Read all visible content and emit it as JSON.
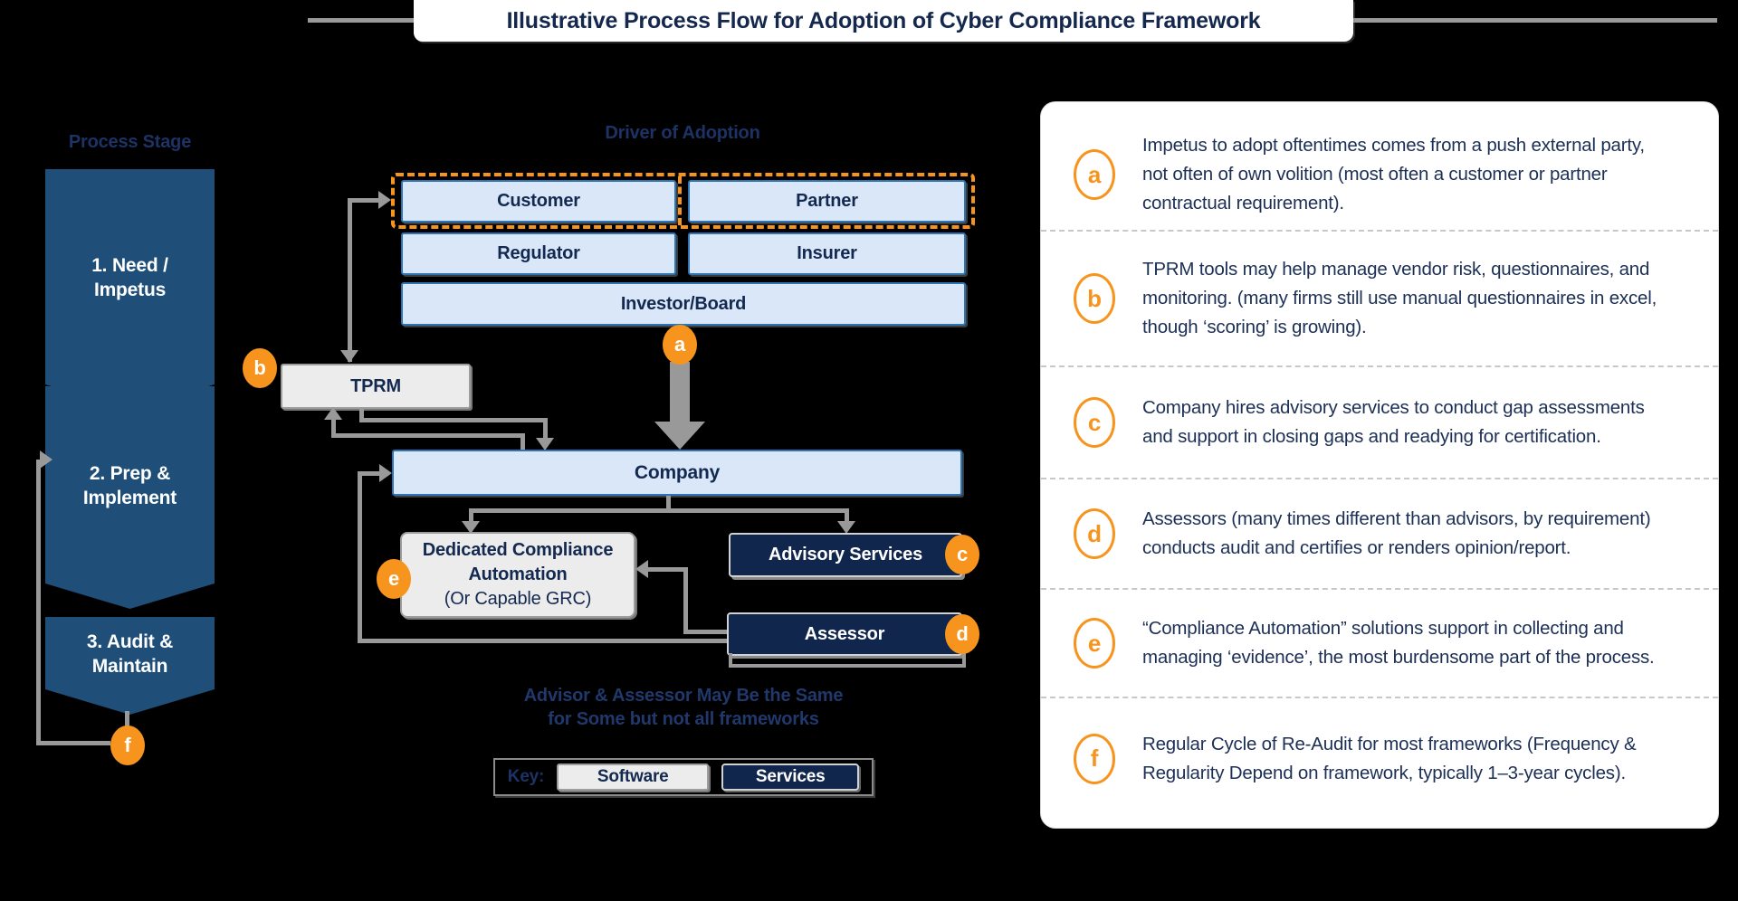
{
  "title": "Illustrative Process Flow for Adoption of Cyber Compliance Framework",
  "process": {
    "heading": "Process Stage",
    "stages": [
      {
        "line1": "1. Need /",
        "line2": "Impetus"
      },
      {
        "line1": "2. Prep &",
        "line2": "Implement"
      },
      {
        "line1": "3. Audit &",
        "line2": "Maintain"
      }
    ]
  },
  "drivers": {
    "heading": "Driver of Adoption",
    "customer": "Customer",
    "partner": "Partner",
    "regulator": "Regulator",
    "insurer": "Insurer",
    "investor_board": "Investor/Board"
  },
  "flow": {
    "tprm": "TPRM",
    "company": "Company",
    "automation_line1": "Dedicated Compliance",
    "automation_line2": "Automation",
    "automation_line3": "(Or Capable GRC)",
    "advisory": "Advisory Services",
    "assessor": "Assessor",
    "note_line1": "Advisor & Assessor May Be the Same",
    "note_line2": "for Some but not all frameworks"
  },
  "markers": {
    "a": "a",
    "b": "b",
    "c": "c",
    "d": "d",
    "e": "e",
    "f": "f"
  },
  "key": {
    "label": "Key:",
    "software": "Software",
    "services": "Services"
  },
  "legend": {
    "items": [
      {
        "letter": "a",
        "text": "Impetus to adopt oftentimes comes from a push external party, not often of own volition (most often a customer or partner contractual requirement)."
      },
      {
        "letter": "b",
        "text": "TPRM tools may help manage vendor risk, questionnaires, and monitoring. (many firms still use manual questionnaires in excel, though ‘scoring’ is growing)."
      },
      {
        "letter": "c",
        "text": "Company hires advisory services to conduct gap assessments and support in closing gaps and readying for certification."
      },
      {
        "letter": "d",
        "text": "Assessors (many times different than advisors, by requirement) conducts audit and certifies or renders opinion/report."
      },
      {
        "letter": "e",
        "text": "“Compliance Automation” solutions support in collecting and managing ‘evidence’, the most burdensome part of the process."
      },
      {
        "letter": "f",
        "text": "Regular Cycle of Re-Audit for most frameworks (Frequency & Regularity Depend on framework, typically 1–3-year cycles)."
      }
    ]
  },
  "colors": {
    "background": "#000000",
    "navy_box": "#11264d",
    "chevron_blue": "#1f4e79",
    "light_blue_fill": "#d9e7f9",
    "blue_border": "#2e75b6",
    "orange": "#f7941e",
    "gray_line": "#999999",
    "gray_box": "#ececec",
    "panel_text": "#1c2f55",
    "title_text": "#14284e"
  }
}
